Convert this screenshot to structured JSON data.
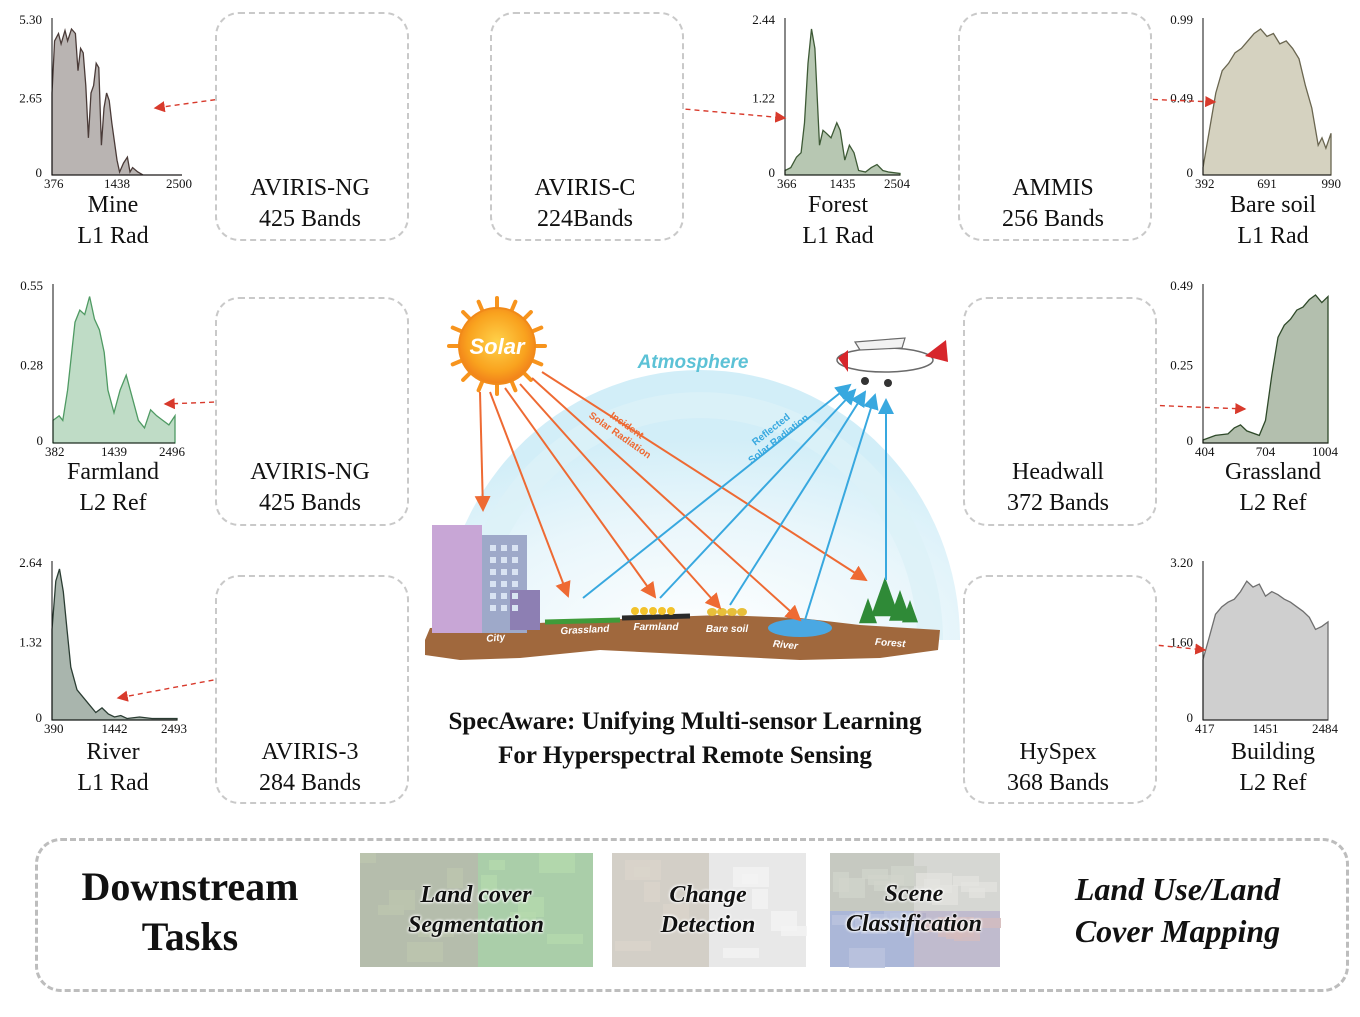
{
  "plots": [
    {
      "id": "mine",
      "ymax": "5.30",
      "ymid": "2.65",
      "yzero": "0",
      "x": [
        "376",
        "1438",
        "2500"
      ],
      "name": "Mine",
      "level": "L1 Rad",
      "fill": "#b9b4b2",
      "stroke": "#4a3b38"
    },
    {
      "id": "forest",
      "ymax": "2.44",
      "ymid": "1.22",
      "yzero": "0",
      "x": [
        "366",
        "1435",
        "2504"
      ],
      "name": "Forest",
      "level": "L1 Rad",
      "fill": "#b7c7b2",
      "stroke": "#3e5a36"
    },
    {
      "id": "baresoil",
      "ymax": "0.99",
      "ymid": "0.49",
      "yzero": "0",
      "x": [
        "392",
        "691",
        "990"
      ],
      "name": "Bare soil",
      "level": "L1 Rad",
      "fill": "#d5d2c0",
      "stroke": "#6a6650"
    },
    {
      "id": "farmland",
      "ymax": "0.55",
      "ymid": "0.28",
      "yzero": "0",
      "x": [
        "382",
        "1439",
        "2496"
      ],
      "name": "Farmland",
      "level": "L2 Ref",
      "fill": "#bfdcc6",
      "stroke": "#4f9a63"
    },
    {
      "id": "grassland",
      "ymax": "0.49",
      "ymid": "0.25",
      "yzero": "0",
      "x": [
        "404",
        "704",
        "1004"
      ],
      "name": "Grassland",
      "level": "L2 Ref",
      "fill": "#b3bfae",
      "stroke": "#2f4a2a"
    },
    {
      "id": "river",
      "ymax": "2.64",
      "ymid": "1.32",
      "yzero": "0",
      "x": [
        "390",
        "1442",
        "2493"
      ],
      "name": "River",
      "level": "L1 Rad",
      "fill": "#a9b5ad",
      "stroke": "#2b3d33"
    },
    {
      "id": "building",
      "ymax": "3.20",
      "ymid": "1.60",
      "yzero": "0",
      "x": [
        "417",
        "1451",
        "2484"
      ],
      "name": "Building",
      "level": "L2 Ref",
      "fill": "#cfcfcf",
      "stroke": "#6f6f6f"
    }
  ],
  "sensors": [
    {
      "id": "aviris-ng-1",
      "name": "AVIRIS-NG",
      "bands": "425 Bands"
    },
    {
      "id": "aviris-c",
      "name": "AVIRIS-C",
      "bands": "224Bands"
    },
    {
      "id": "ammis",
      "name": "AMMIS",
      "bands": "256 Bands"
    },
    {
      "id": "aviris-ng-2",
      "name": "AVIRIS-NG",
      "bands": "425 Bands"
    },
    {
      "id": "headwall",
      "name": "Headwall",
      "bands": "372 Bands"
    },
    {
      "id": "aviris-3",
      "name": "AVIRIS-3",
      "bands": "284 Bands"
    },
    {
      "id": "hyspex",
      "name": "HySpex",
      "bands": "368 Bands"
    }
  ],
  "scene": {
    "solar": "Solar",
    "atmosphere": "Atmosphere",
    "incident": [
      "Incident",
      "Solar Radiation"
    ],
    "reflected": [
      "Reflected",
      "Solar Radiation"
    ],
    "ground": [
      "City",
      "Grassland",
      "Farmland",
      "Bare soil",
      "River",
      "Forest"
    ]
  },
  "title": {
    "line1": "SpecAware: Unifying Multi-sensor Learning",
    "line2": "For Hyperspectral Remote Sensing"
  },
  "tasks": {
    "heading": [
      "Downstream",
      "Tasks"
    ],
    "items": [
      [
        "Land cover",
        "Segmentation"
      ],
      [
        "Change",
        "Detection"
      ],
      [
        "Scene",
        "Classification"
      ]
    ],
    "mapping": [
      "Land Use/Land",
      "Cover Mapping"
    ]
  },
  "colors": {
    "accent_red": "#d83a2c",
    "incident_orange": "#ee6a33",
    "reflected_blue": "#38a8df",
    "sun": "#f7941d",
    "atmosphere_text": "#5cc2d6",
    "earth": "#a0683d"
  }
}
